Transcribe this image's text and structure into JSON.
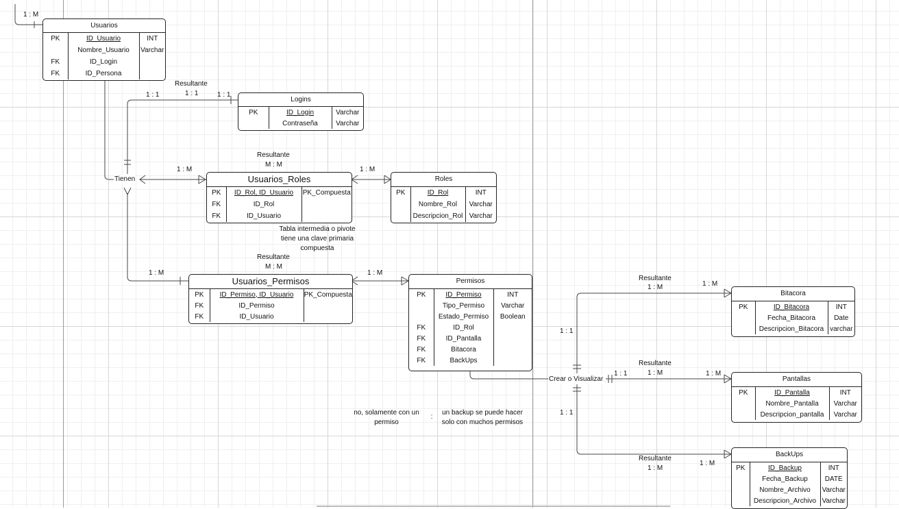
{
  "entities": {
    "usuarios": {
      "title": "Usuarios",
      "rows": [
        {
          "key": "PK",
          "name": "ID_Usuario",
          "type": "INT",
          "underline": true
        },
        {
          "key": "",
          "name": "Nombre_Usuario",
          "type": "Varchar"
        },
        {
          "key": "FK",
          "name": "ID_Login",
          "type": ""
        },
        {
          "key": "FK",
          "name": "ID_Persona",
          "type": ""
        }
      ]
    },
    "logins": {
      "title": "Logins",
      "rows": [
        {
          "key": "PK",
          "name": "ID_Login",
          "type": "Varchar",
          "underline": true
        },
        {
          "key": "",
          "name": "Contraseña",
          "type": "Varchar"
        }
      ]
    },
    "usuarios_roles": {
      "title": "Usuarios_Roles",
      "rows": [
        {
          "key": "PK",
          "name": "ID_Rol, ID_Usuario",
          "type": "PK_Compuesta",
          "underline": true
        },
        {
          "key": "FK",
          "name": "ID_Rol",
          "type": ""
        },
        {
          "key": "FK",
          "name": "ID_Usuario",
          "type": ""
        }
      ]
    },
    "roles": {
      "title": "Roles",
      "rows": [
        {
          "key": "PK",
          "name": "ID_Rol",
          "type": "INT",
          "underline": true
        },
        {
          "key": "",
          "name": "Nombre_Rol",
          "type": "Varchar"
        },
        {
          "key": "",
          "name": "Descripcion_Rol",
          "type": "Varchar"
        }
      ]
    },
    "usuarios_permisos": {
      "title": "Usuarios_Permisos",
      "rows": [
        {
          "key": "PK",
          "name": "ID_Permiso, ID_Usuario",
          "type": "PK_Compuesta",
          "underline": true
        },
        {
          "key": "FK",
          "name": "ID_Permiso",
          "type": ""
        },
        {
          "key": "FK",
          "name": "ID_Usuario",
          "type": ""
        }
      ]
    },
    "permisos": {
      "title": "Permisos",
      "rows": [
        {
          "key": "PK",
          "name": "ID_Permiso",
          "type": "INT",
          "underline": true
        },
        {
          "key": "",
          "name": "Tipo_Permiso",
          "type": "Varchar"
        },
        {
          "key": "",
          "name": "Estado_Permiso",
          "type": "Boolean"
        },
        {
          "key": "FK",
          "name": "ID_Rol",
          "type": ""
        },
        {
          "key": "FK",
          "name": "ID_Pantalla",
          "type": ""
        },
        {
          "key": "FK",
          "name": "Bitacora",
          "type": ""
        },
        {
          "key": "FK",
          "name": "BackUps",
          "type": ""
        }
      ]
    },
    "bitacora": {
      "title": "Bitacora",
      "rows": [
        {
          "key": "PK",
          "name": "ID_Bitacora",
          "type": "INT",
          "underline": true
        },
        {
          "key": "",
          "name": "Fecha_Bitacora",
          "type": "Date"
        },
        {
          "key": "",
          "name": "Descripcion_Bitacora",
          "type": "varchar"
        }
      ]
    },
    "pantallas": {
      "title": "Pantallas",
      "rows": [
        {
          "key": "PK",
          "name": "ID_Pantalla",
          "type": "INT",
          "underline": true
        },
        {
          "key": "",
          "name": "Nombre_Pantalla",
          "type": "Varchar"
        },
        {
          "key": "",
          "name": "Descripcion_pantalla",
          "type": "Varchar"
        }
      ]
    },
    "backups": {
      "title": "BackUps",
      "rows": [
        {
          "key": "PK",
          "name": "ID_Backup",
          "type": "INT",
          "underline": true
        },
        {
          "key": "",
          "name": "Fecha_Backup",
          "type": "DATE"
        },
        {
          "key": "",
          "name": "Nombre_Archivo",
          "type": "Varchar"
        },
        {
          "key": "",
          "name": "Descripcion_Archivo",
          "type": "Varchar"
        }
      ]
    }
  },
  "labels": {
    "top_card": "1 : M",
    "resultante": "Resultante",
    "one_one": "1 : 1",
    "one_many": "1 : M",
    "many_many": "M : M",
    "tienen": "Tienen",
    "crear_visualizar": "Crear o Visualizar"
  },
  "notes": {
    "pivot": "Tabla intermedia o pivote tiene una clave primaria compuesta",
    "left": "no, solamente con un permiso",
    "colon": ":",
    "right": "un backup se puede hacer solo con muchos permisos"
  }
}
